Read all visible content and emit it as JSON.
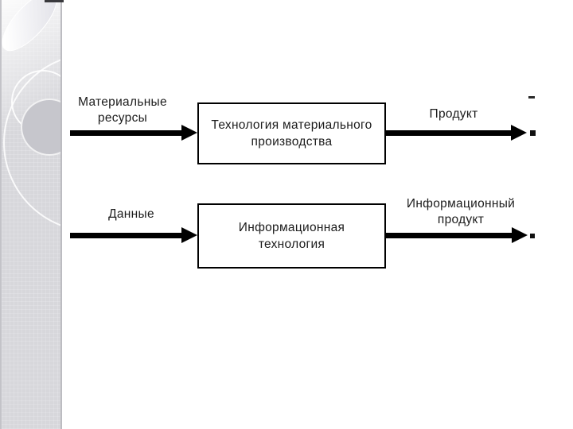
{
  "colors": {
    "background": "#ffffff",
    "sidebar": "#d7d7db",
    "sidebar_circle_fill": "#c6c6cc",
    "arrow": "#000000",
    "box_border": "#000000",
    "text": "#1c1c1c"
  },
  "diagram": {
    "rows": [
      {
        "input_lines": [
          "Материальные",
          "ресурсы"
        ],
        "process_lines": [
          "Технология материального",
          "производства"
        ],
        "output_lines": [
          "Продукт"
        ]
      },
      {
        "input_lines": [
          "Данные"
        ],
        "process_lines": [
          "Информационная",
          "технология"
        ],
        "output_lines": [
          "Информационный",
          "продукт"
        ]
      }
    ]
  }
}
